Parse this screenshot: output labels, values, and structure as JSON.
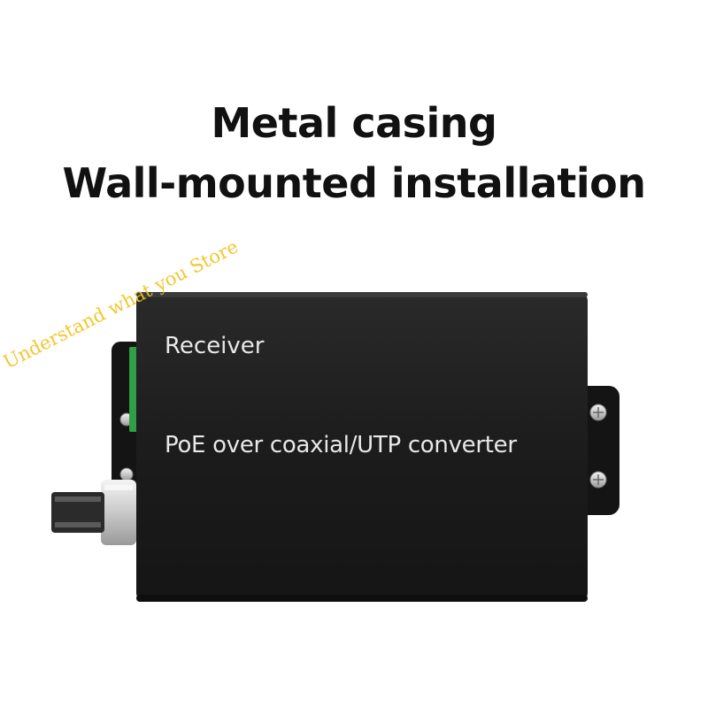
{
  "headline": {
    "line1": "Metal casing",
    "line2": "Wall-mounted installation"
  },
  "device": {
    "receiver_label": "Receiver",
    "product_label": "PoE over coaxial/UTP converter",
    "body_color": "#1c1c1c",
    "terminal_color": "#2f9e44"
  },
  "watermark": {
    "text": "Understand what you Store",
    "color": "#f1c21b"
  }
}
